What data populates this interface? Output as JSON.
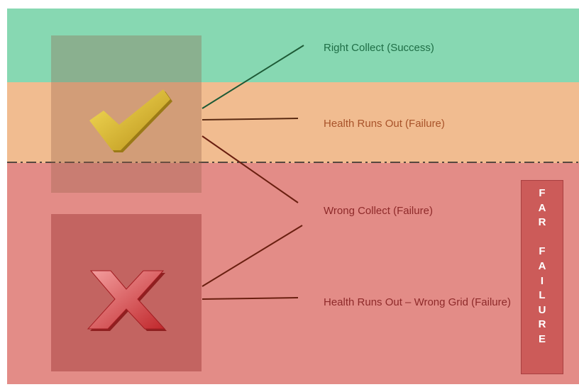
{
  "diagram": {
    "outcomes": [
      {
        "label": "Right Collect (Success)"
      },
      {
        "label": "Health Runs Out (Failure)"
      },
      {
        "label": "Wrong Collect (Failure)"
      },
      {
        "label": "Health Runs Out – Wrong Grid (Failure)"
      }
    ],
    "side_label_letters": [
      "F",
      "A",
      "R",
      "",
      "F",
      "A",
      "I",
      "L",
      "U",
      "R",
      "E"
    ],
    "icons": {
      "correct": "checkmark-icon",
      "wrong": "x-mark-icon"
    },
    "colors": {
      "success_band": "#87d8b2",
      "warning_band": "#f1bc90",
      "failure_band": "#e38c87",
      "success_text": "#1f6e46",
      "warning_text": "#a8532a",
      "failure_text": "#8e2a2a",
      "side_box": "#cc5b59"
    }
  }
}
